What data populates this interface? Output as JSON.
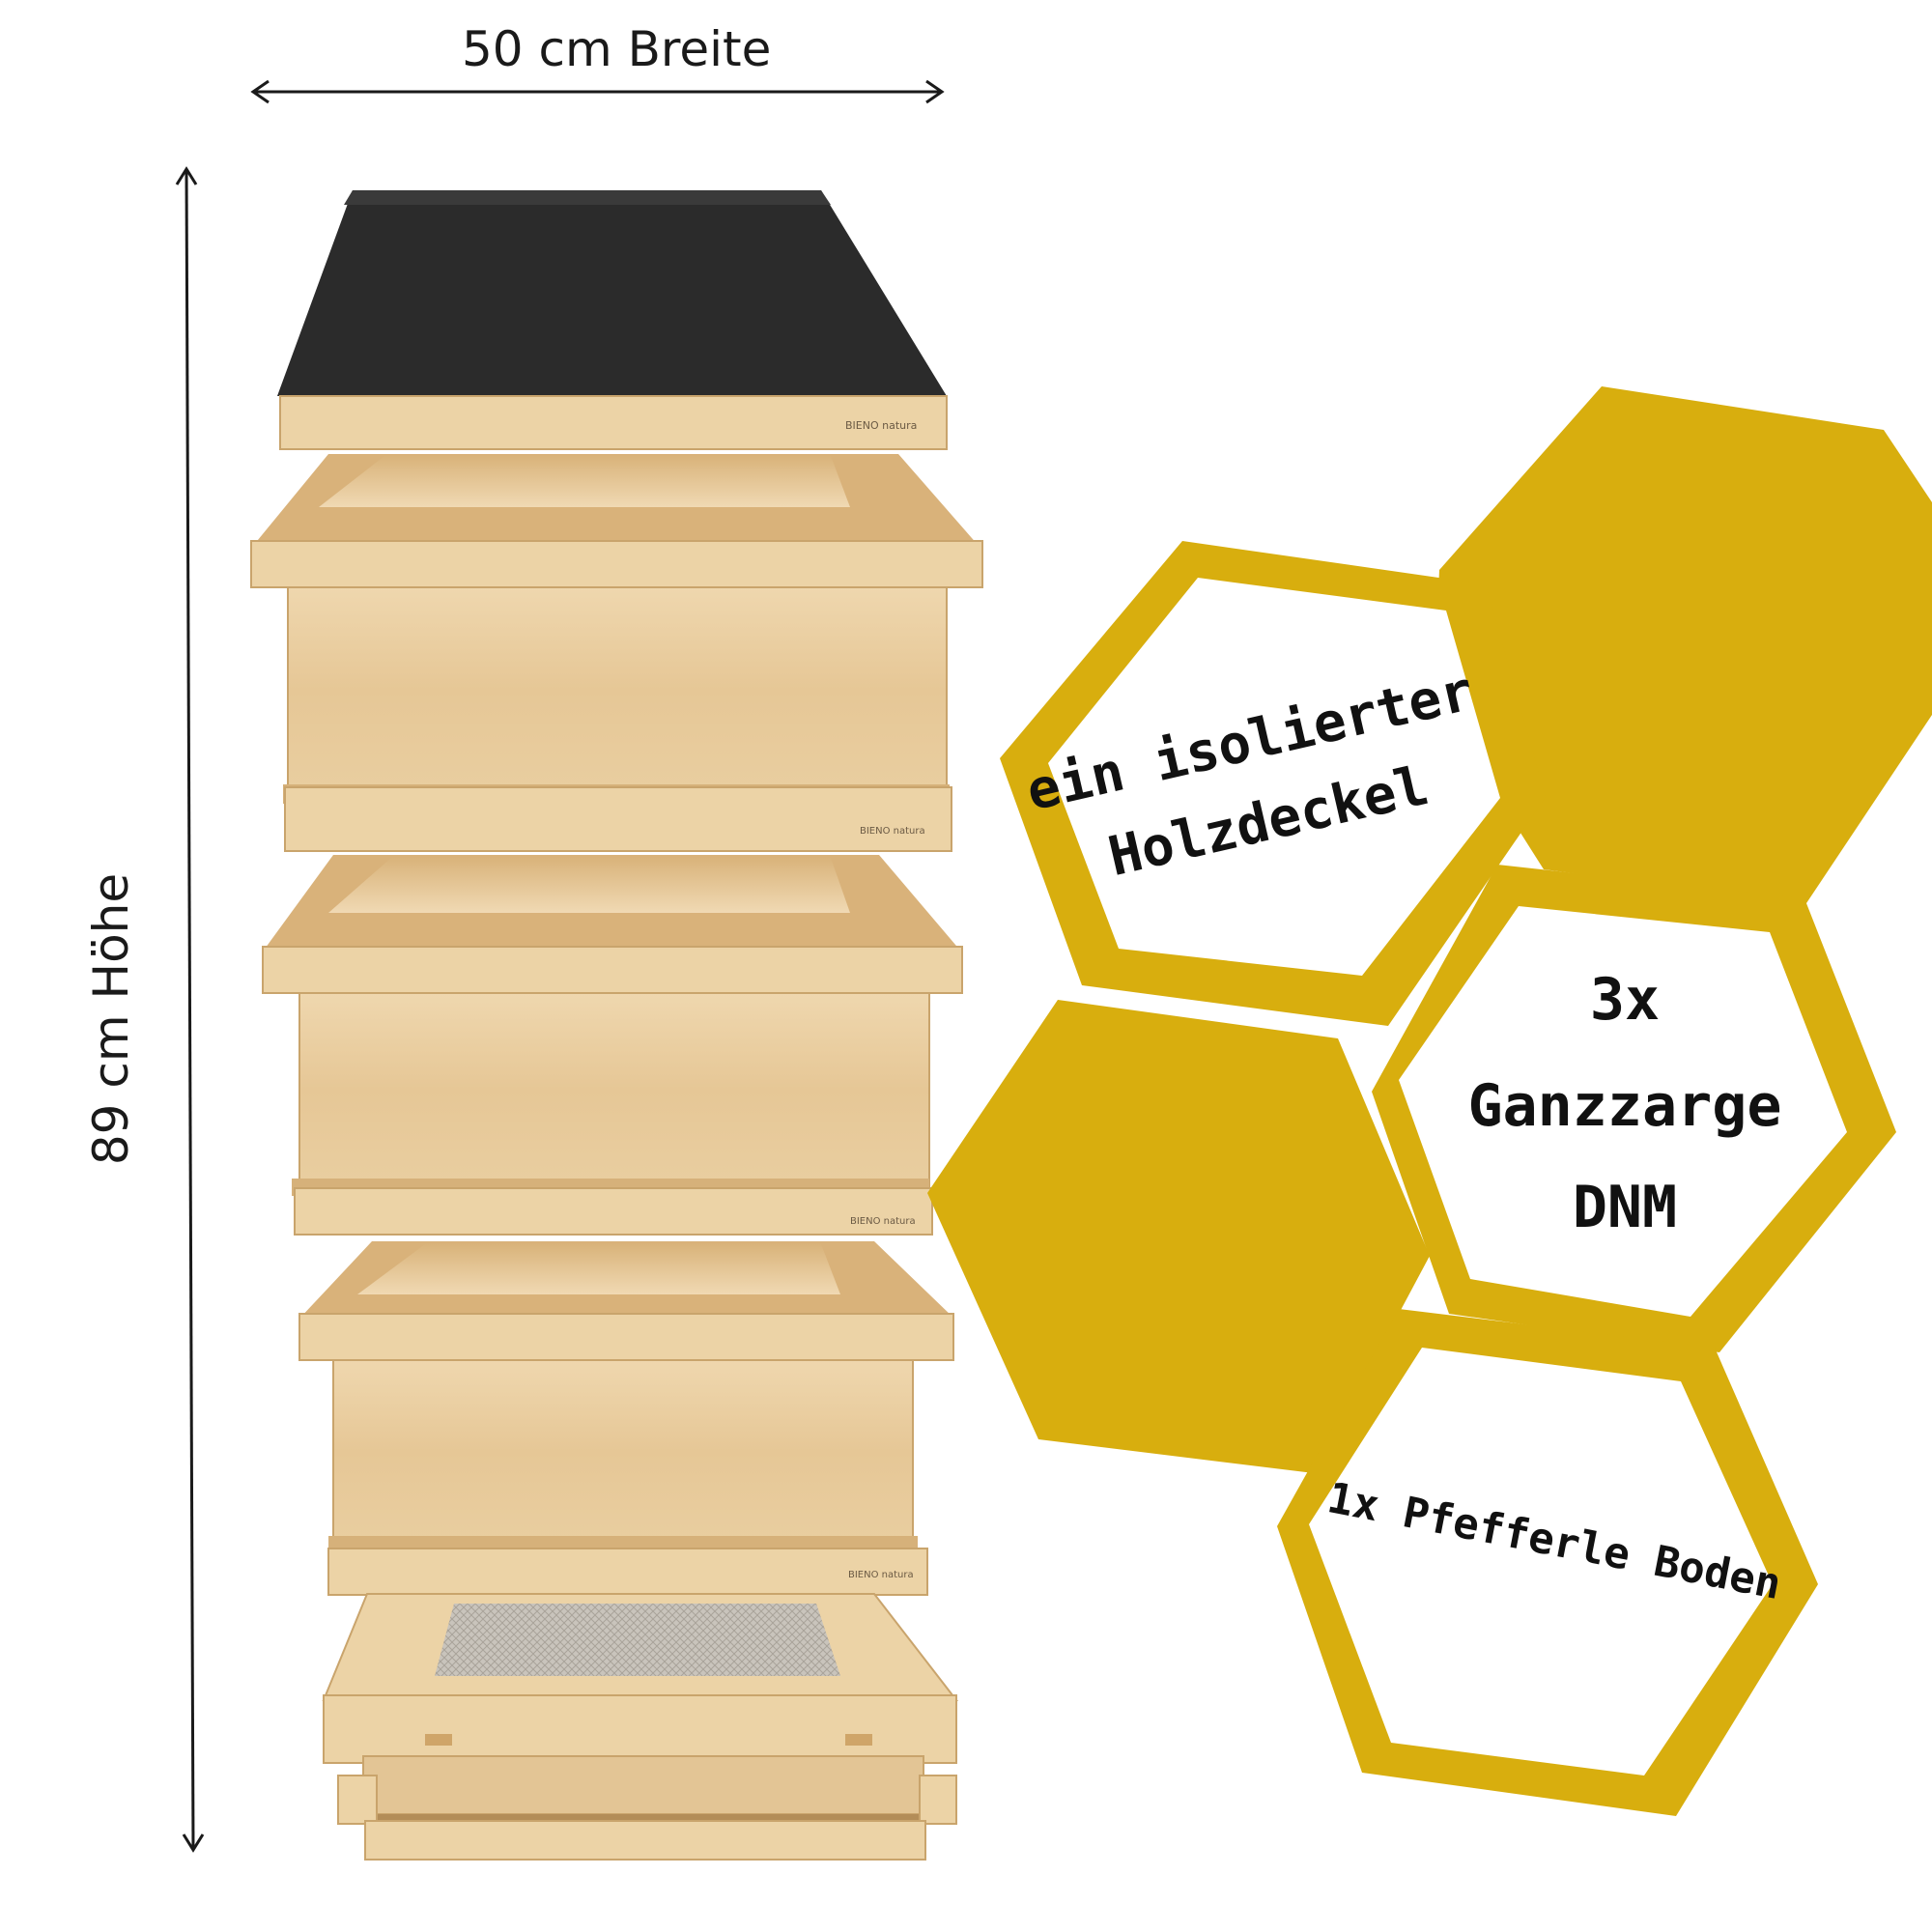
{
  "dimensions": {
    "width_label": "50 cm Breite",
    "height_label": "89 cm Höhe"
  },
  "hexagons": {
    "lid": [
      "ein isolierter",
      "Holzdeckel"
    ],
    "boxes": [
      "3x",
      "Ganzzarge",
      "DNM"
    ],
    "floor": "1x Pfefferle Boden"
  },
  "brand_mark": "BIENO natura",
  "colors": {
    "honey_gold": "#d8ae0e",
    "lid_top": "#2a2a2a",
    "wood_light": "#ecd3a8",
    "wood_mid": "#e2c08e",
    "wood_dark": "#caa26a"
  }
}
